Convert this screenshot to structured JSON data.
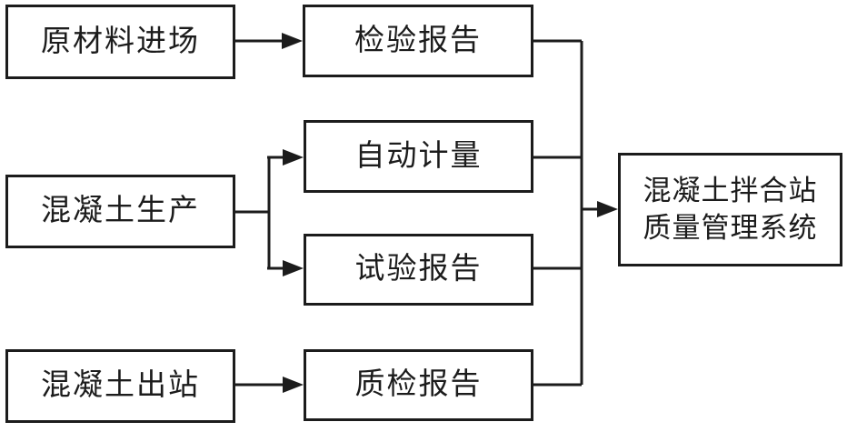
{
  "diagram": {
    "title": "",
    "background_color": "#ffffff",
    "line_color": "#1c1c1c",
    "nodes": {
      "raw_material": {
        "label": "原材料进场"
      },
      "inspection_report": {
        "label": "检验报告"
      },
      "production": {
        "label": "混凝土生产"
      },
      "auto_measure": {
        "label": "自动计量"
      },
      "test_report": {
        "label": "试验报告"
      },
      "outbound": {
        "label": "混凝土出站"
      },
      "quality_report": {
        "label": "质检报告"
      },
      "system": {
        "label_line1": "混凝土拌合站",
        "label_line2": "质量管理系统"
      }
    },
    "edges": [
      {
        "from": "原材料进场",
        "to": "检验报告"
      },
      {
        "from": "混凝土生产",
        "to": "自动计量"
      },
      {
        "from": "混凝土生产",
        "to": "试验报告"
      },
      {
        "from": "混凝土出站",
        "to": "质检报告"
      },
      {
        "from": "检验报告",
        "to": "混凝土拌合站质量管理系统"
      },
      {
        "from": "自动计量",
        "to": "混凝土拌合站质量管理系统"
      },
      {
        "from": "试验报告",
        "to": "混凝土拌合站质量管理系统"
      },
      {
        "from": "质检报告",
        "to": "混凝土拌合站质量管理系统"
      }
    ]
  }
}
